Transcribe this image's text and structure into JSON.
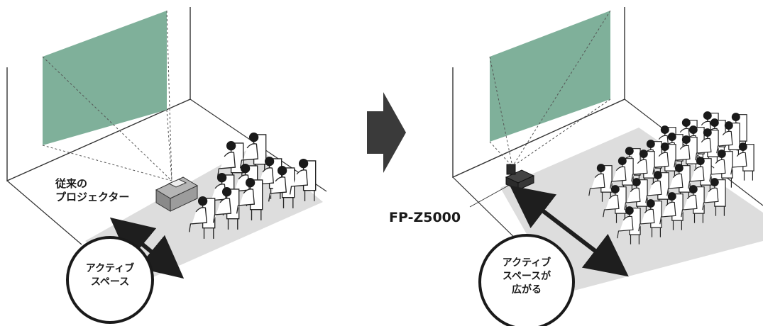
{
  "left_panel": {
    "projector_label_line1": "従来の",
    "projector_label_line2": "プロジェクター",
    "bubble_line1": "アクティブ",
    "bubble_line2": "スペース"
  },
  "right_panel": {
    "projector_label": "FP-Z5000",
    "bubble_line1": "アクティブ",
    "bubble_line2": "スペースが",
    "bubble_line3": "広がる"
  },
  "colors": {
    "screen": "#7fb09a",
    "floor": "#dddddd",
    "arrow": "#3a3a3a",
    "projector": "#8a8a8a",
    "projector_dark": "#2b2b2b",
    "line": "#333333"
  },
  "icons": {
    "transition": "right-arrow-icon",
    "size_indicator": "double-arrow-icon"
  }
}
